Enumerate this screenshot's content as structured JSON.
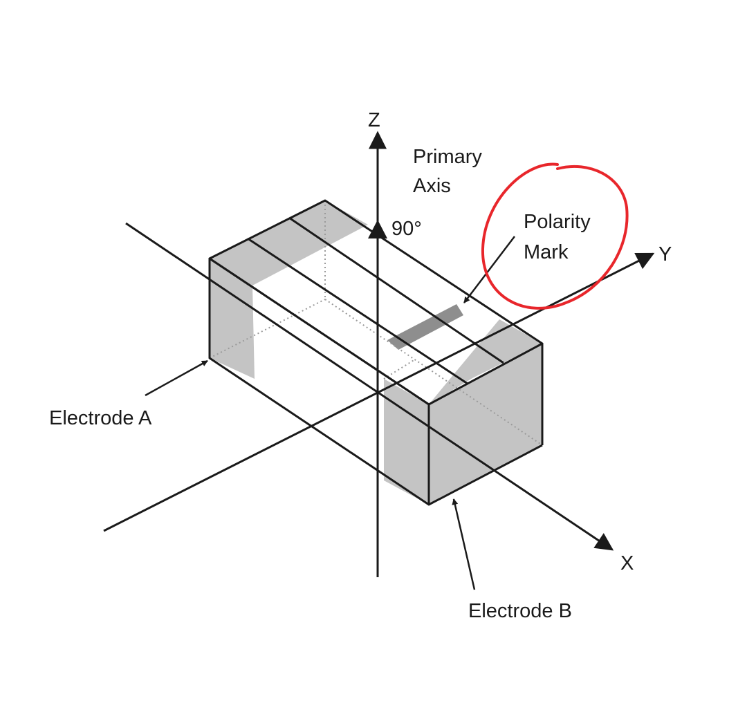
{
  "axes": {
    "z_label": "Z",
    "y_label": "Y",
    "x_label": "X",
    "angle_label": "90°"
  },
  "labels": {
    "primary_axis_line1": "Primary",
    "primary_axis_line2": "Axis",
    "polarity_mark_line1": "Polarity",
    "polarity_mark_line2": "Mark",
    "electrode_a": "Electrode A",
    "electrode_b": "Electrode B"
  },
  "colors": {
    "electrode_fill": "#c4c4c4",
    "polarity_mark_fill": "#8e8e8e",
    "line": "#1a1a1a",
    "annotation_circle": "#e8262b"
  }
}
